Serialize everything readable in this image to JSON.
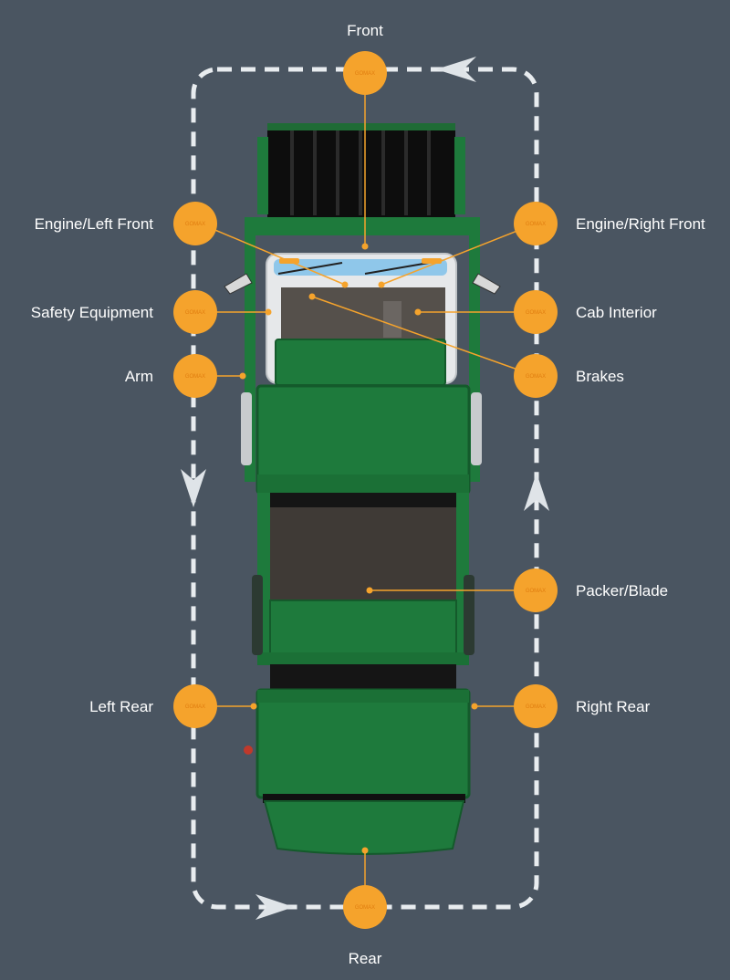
{
  "colors": {
    "background": "#4a5561",
    "marker": "#f5a32c",
    "leader_line": "#f5a32c",
    "truck_body": "#1e7a3c",
    "truck_dark": "#145a2b",
    "hopper": "#3f3a36",
    "path": "#e8ecef"
  },
  "inspection_points": [
    {
      "id": "front",
      "label": "Front",
      "marker_text": "GOMAX"
    },
    {
      "id": "engine-left-front",
      "label": "Engine/Left Front",
      "marker_text": "GOMAX"
    },
    {
      "id": "engine-right-front",
      "label": "Engine/Right Front",
      "marker_text": "GOMAX"
    },
    {
      "id": "safety-equipment",
      "label": "Safety Equipment",
      "marker_text": "GOMAX"
    },
    {
      "id": "cab-interior",
      "label": "Cab Interior",
      "marker_text": "GOMAX"
    },
    {
      "id": "arm",
      "label": "Arm",
      "marker_text": "GOMAX"
    },
    {
      "id": "brakes",
      "label": "Brakes",
      "marker_text": "GOMAX"
    },
    {
      "id": "packer-blade",
      "label": "Packer/Blade",
      "marker_text": "GOMAX"
    },
    {
      "id": "left-rear",
      "label": "Left Rear",
      "marker_text": "GOMAX"
    },
    {
      "id": "right-rear",
      "label": "Right Rear",
      "marker_text": "GOMAX"
    },
    {
      "id": "rear",
      "label": "Rear",
      "marker_text": "GOMAX"
    }
  ],
  "walkaround_direction": "clockwise"
}
